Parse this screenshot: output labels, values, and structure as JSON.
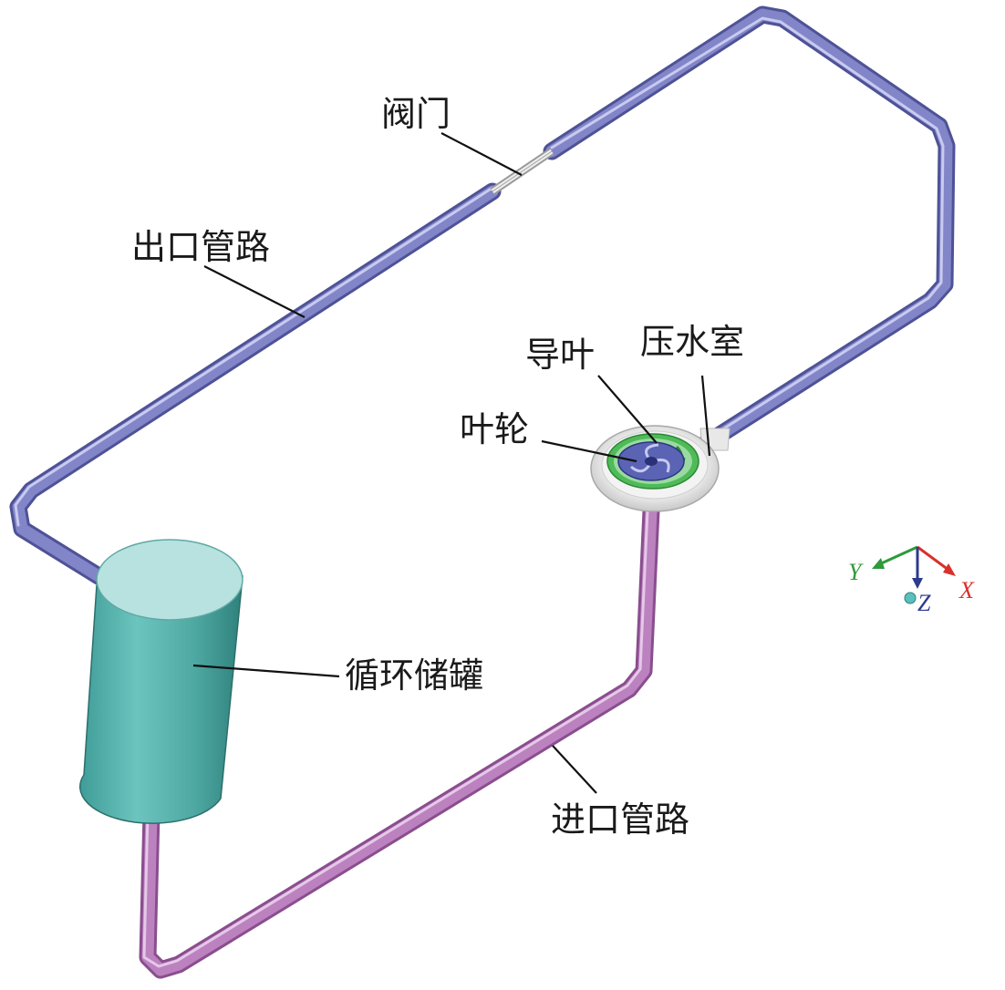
{
  "labels": {
    "valve": "阀门",
    "outlet_pipe": "出口管路",
    "guide_vane": "导叶",
    "volute": "压水室",
    "impeller": "叶轮",
    "tank": "循环储罐",
    "inlet_pipe": "进口管路"
  },
  "axes": {
    "x": "X",
    "y": "Y",
    "z": "Z"
  },
  "colors": {
    "outlet_pipe": "#7b7fc0",
    "inlet_pipe": "#b57ab8",
    "tank": "#5fb8b3",
    "tank_top": "#b3e0dd",
    "volute": "#e6e6e6",
    "guide_vane": "#3dae4a",
    "impeller": "#4a55a8",
    "axis_x": "#d9302a",
    "axis_y": "#2f9a3c",
    "axis_z": "#2e3a8c"
  }
}
